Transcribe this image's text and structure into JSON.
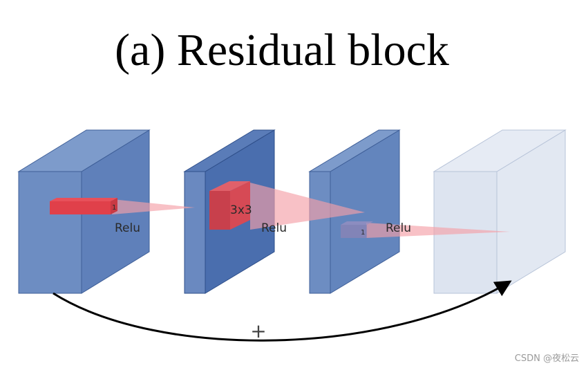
{
  "title": "(a) Residual block",
  "colors": {
    "block_face": "#6d8dc2",
    "block_side": "#5678b3",
    "block_top": "#7d9bcb",
    "block_dark_side": "#4a6eae",
    "block_faded": "#dde4f0",
    "kernel": "#e0404a",
    "cone": "#f4a0a8"
  },
  "labels": {
    "relu_1": "Relu",
    "relu_2": "Relu",
    "relu_3": "Relu",
    "kernel_1": "1",
    "kernel_2": "3x3",
    "kernel_3": "1",
    "plus": "+"
  },
  "watermark": "CSDN @夜松云"
}
